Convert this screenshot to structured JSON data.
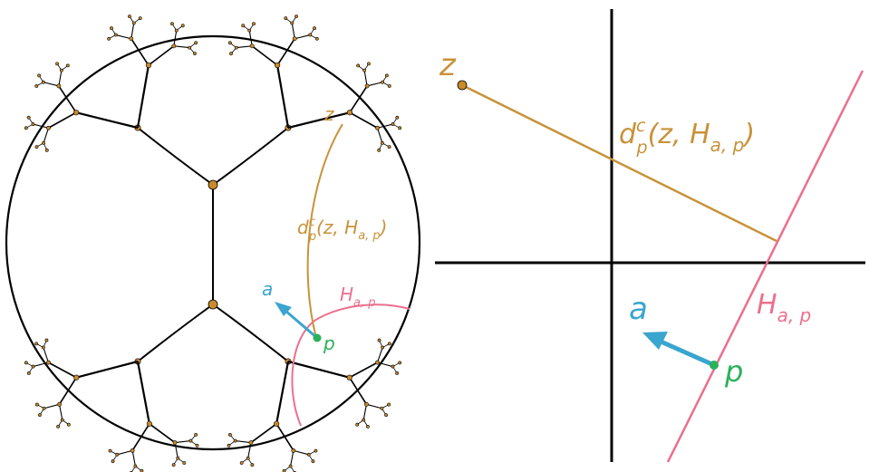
{
  "colors": {
    "ink": "#000000",
    "node": "#c98a2b",
    "gold": "#c8923a",
    "pink": "#ec6f8d",
    "blue": "#3aa5cf",
    "green": "#2bb15a"
  },
  "left_panel": {
    "z": "z",
    "a": "a",
    "p": "p",
    "distance_d": "d",
    "distance_sub": "p",
    "distance_sup": "c",
    "distance_args": "(z, H",
    "distance_args_sub": "a, p",
    "distance_close": ")",
    "halfspace_H": "H",
    "halfspace_sub": "a, p"
  },
  "right_panel": {
    "z": "z",
    "a": "a",
    "p": "p",
    "distance_d": "d",
    "distance_sub": "p",
    "distance_sup": "c",
    "distance_args": "(z, H",
    "distance_args_sub": "a, p",
    "distance_close": ")",
    "halfspace_H": "H",
    "halfspace_sub": "a, p"
  }
}
